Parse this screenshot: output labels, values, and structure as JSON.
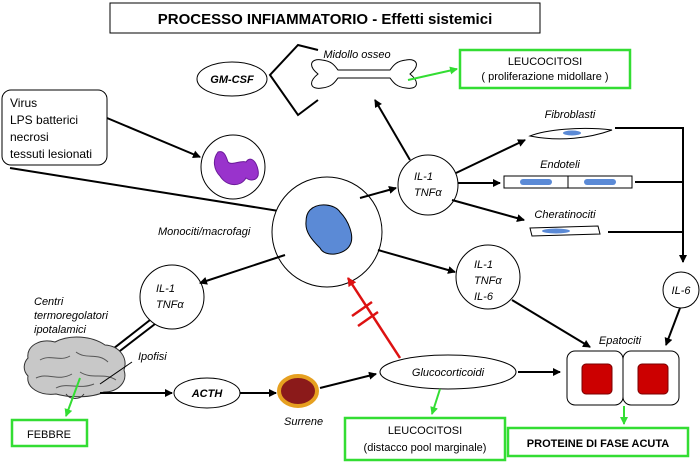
{
  "title": "PROCESSO INFIAMMATORIO - Effetti sistemici",
  "colors": {
    "green": "#33dd33",
    "red": "#dd1111",
    "cellBlue": "#5b8ad6",
    "purple": "#9933cc",
    "brain": "#c8c8c8",
    "surrene": "#8b1a1a",
    "surreneRing": "#e6a020",
    "hepat": "#cc0000"
  },
  "stimuli": {
    "line1": "Virus",
    "line2": "LPS batterici",
    "line3": "necrosi",
    "line4": "tessuti lesionati"
  },
  "labels": {
    "midollo": "Midollo osseo",
    "gmcsf": "GM-CSF",
    "monociti": "Monociti/macrofagi",
    "il1": "IL-1",
    "tnf": "TNFα",
    "il6": "IL-6",
    "fibroblasti": "Fibroblasti",
    "endoteli": "Endoteli",
    "cheratinociti": "Cheratinociti",
    "centri1": "Centri",
    "centri2": "termoregolatori",
    "centri3": "ipotalamici",
    "ipofisi": "Ipofisi",
    "acth": "ACTH",
    "surrene": "Surrene",
    "glucocorticoidi": "Glucocorticoidi",
    "epatociti": "Epatociti"
  },
  "outcomes": {
    "leucocitosi1_title": "LEUCOCITOSI",
    "leucocitosi1_sub": "( proliferazione midollare )",
    "leucocitosi2_title": "LEUCOCITOSI",
    "leucocitosi2_sub": "(distacco pool marginale)",
    "febbre": "FEBBRE",
    "proteine": "PROTEINE DI FASE ACUTA"
  }
}
